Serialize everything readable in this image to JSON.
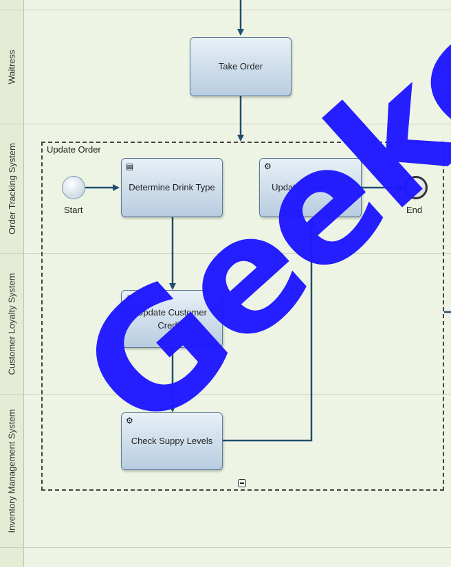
{
  "lanes": [
    {
      "label": "Waitress"
    },
    {
      "label": "Order Tracking System"
    },
    {
      "label": "Customer Loyalty System"
    },
    {
      "label": "Inventory Management System"
    }
  ],
  "subprocess": {
    "label": "Update Order"
  },
  "tasks": {
    "take_order": "Take Order",
    "determine_drink_type": "Determine Drink Type",
    "update_order_entry": "Update Order Entry",
    "update_customer_credits": "Update Customer Credits",
    "check_supply_levels": "Check Suppy Levels"
  },
  "events": {
    "start": "Start",
    "end": "End"
  },
  "icons": {
    "service_task": "gear-icon",
    "business_rule_task": "table-icon",
    "collapse": "collapse-marker-icon"
  },
  "colors": {
    "task_fill": "#c8d9e8",
    "connector": "#1f4f6e",
    "watermark": "#1f18ff",
    "background": "#eef4e3"
  },
  "watermark": "Geekce"
}
